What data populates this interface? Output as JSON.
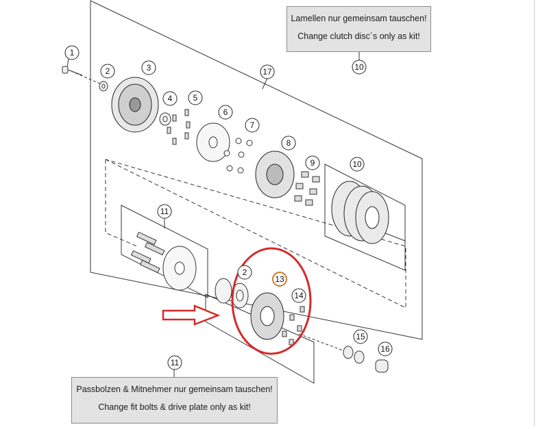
{
  "notes": {
    "top": {
      "line1": "Lamellen nur gemeinsam tauschen!",
      "line2": "Change clutch disc´s only as kit!",
      "ref": "10"
    },
    "bottom": {
      "line1": "Passbolzen & Mitnehmer nur gemeinsam tauschen!",
      "line2": "Change fit bolts & drive plate only as kit!",
      "ref": "11"
    }
  },
  "parts": [
    "1",
    "2",
    "3",
    "4",
    "5",
    "6",
    "7",
    "8",
    "9",
    "10",
    "17",
    "11",
    "2",
    "13",
    "14",
    "15",
    "16"
  ],
  "colors": {
    "highlight_ring": "#d42a2a",
    "arrow": "#d42a2a",
    "badge": "#d27a2a",
    "line": "#222222",
    "callout_bg": "#e3e3e3"
  }
}
